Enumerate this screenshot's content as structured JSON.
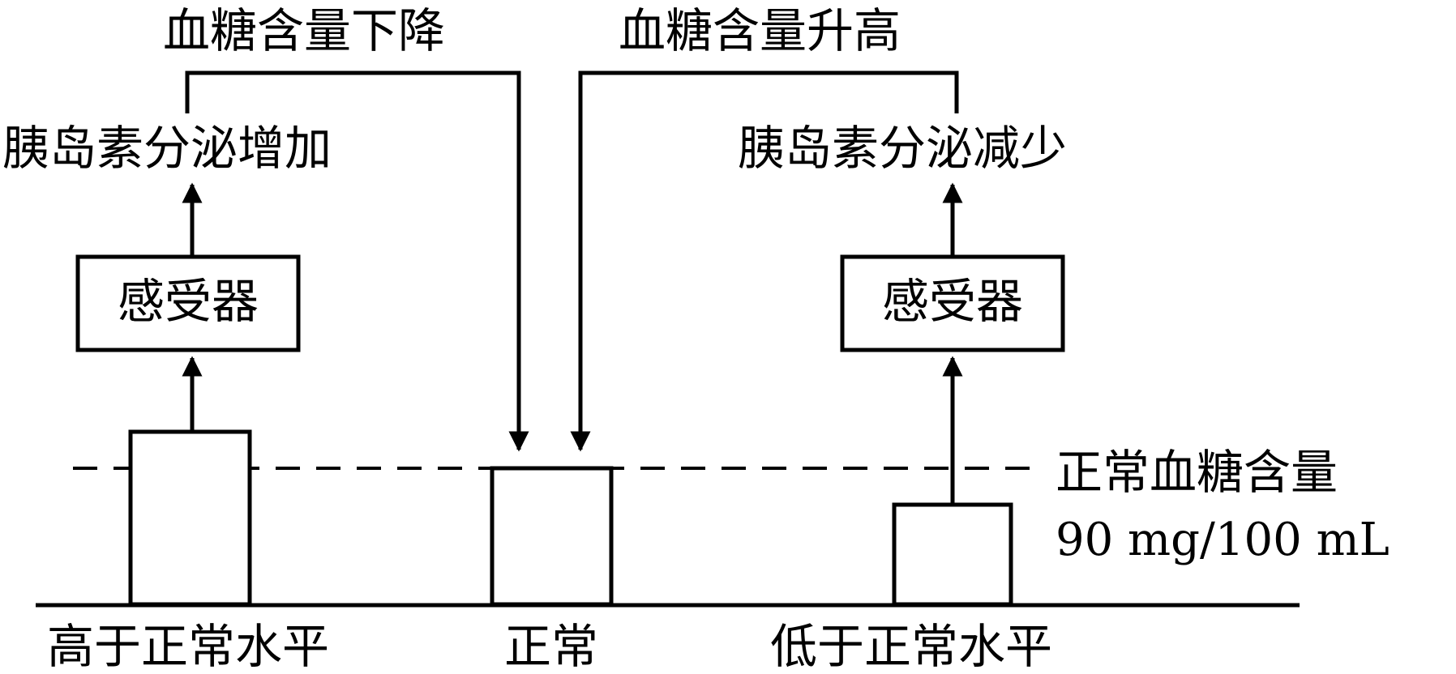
{
  "colors": {
    "line": "#000000",
    "background": "#ffffff"
  },
  "labels": {
    "top_left": "血糖含量下降",
    "top_right": "血糖含量升高",
    "mid_left": "胰岛素分泌增加",
    "mid_right": "胰岛素分泌减少",
    "receptor_left": "感受器",
    "receptor_right": "感受器",
    "normal_level_line1": "正常血糖含量",
    "normal_level_line2": "90 mg/100 mL",
    "bottom_left": "高于正常水平",
    "bottom_center": "正常",
    "bottom_right": "低于正常水平"
  }
}
